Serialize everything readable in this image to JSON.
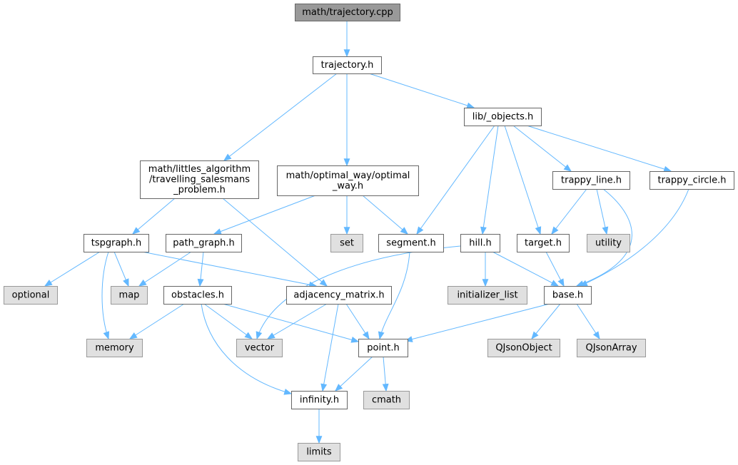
{
  "graph": {
    "title": "math/trajectory.cpp",
    "colors": {
      "root_fill": "#999999",
      "file_fill": "#ffffff",
      "system_fill": "#e0e0e0",
      "file_stroke": "#666666",
      "system_stroke": "#999999",
      "edge": "#63b8ff",
      "text": "#000000"
    },
    "nodes": [
      {
        "id": "trajectory_cpp",
        "kind": "root",
        "lines": [
          "math/trajectory.cpp"
        ]
      },
      {
        "id": "trajectory_h",
        "kind": "file",
        "lines": [
          "trajectory.h"
        ]
      },
      {
        "id": "lib_objects",
        "kind": "file",
        "lines": [
          "lib/_objects.h"
        ]
      },
      {
        "id": "littles",
        "kind": "file",
        "lines": [
          "math/littles_algorithm",
          "/travelling_salesmans",
          "_problem.h"
        ]
      },
      {
        "id": "optimal_way",
        "kind": "file",
        "lines": [
          "math/optimal_way/optimal",
          "_way.h"
        ]
      },
      {
        "id": "trappy_line",
        "kind": "file",
        "lines": [
          "trappy_line.h"
        ]
      },
      {
        "id": "trappy_circle",
        "kind": "file",
        "lines": [
          "trappy_circle.h"
        ]
      },
      {
        "id": "tspgraph",
        "kind": "file",
        "lines": [
          "tspgraph.h"
        ]
      },
      {
        "id": "path_graph",
        "kind": "file",
        "lines": [
          "path_graph.h"
        ]
      },
      {
        "id": "set",
        "kind": "system",
        "lines": [
          "set"
        ]
      },
      {
        "id": "segment",
        "kind": "file",
        "lines": [
          "segment.h"
        ]
      },
      {
        "id": "hill",
        "kind": "file",
        "lines": [
          "hill.h"
        ]
      },
      {
        "id": "target",
        "kind": "file",
        "lines": [
          "target.h"
        ]
      },
      {
        "id": "utility",
        "kind": "system",
        "lines": [
          "utility"
        ]
      },
      {
        "id": "optional",
        "kind": "system",
        "lines": [
          "optional"
        ]
      },
      {
        "id": "map",
        "kind": "system",
        "lines": [
          "map"
        ]
      },
      {
        "id": "obstacles",
        "kind": "file",
        "lines": [
          "obstacles.h"
        ]
      },
      {
        "id": "adjacency",
        "kind": "file",
        "lines": [
          "adjacency_matrix.h"
        ]
      },
      {
        "id": "initializer_list",
        "kind": "system",
        "lines": [
          "initializer_list"
        ]
      },
      {
        "id": "base",
        "kind": "file",
        "lines": [
          "base.h"
        ]
      },
      {
        "id": "memory",
        "kind": "system",
        "lines": [
          "memory"
        ]
      },
      {
        "id": "vector",
        "kind": "system",
        "lines": [
          "vector"
        ]
      },
      {
        "id": "point",
        "kind": "file",
        "lines": [
          "point.h"
        ]
      },
      {
        "id": "qjsonobject",
        "kind": "system",
        "lines": [
          "QJsonObject"
        ]
      },
      {
        "id": "qjsonarray",
        "kind": "system",
        "lines": [
          "QJsonArray"
        ]
      },
      {
        "id": "infinity",
        "kind": "file",
        "lines": [
          "infinity.h"
        ]
      },
      {
        "id": "cmath",
        "kind": "system",
        "lines": [
          "cmath"
        ]
      },
      {
        "id": "limits",
        "kind": "system",
        "lines": [
          "limits"
        ]
      }
    ],
    "edges": [
      {
        "from": "trajectory_cpp",
        "to": "trajectory_h"
      },
      {
        "from": "trajectory_h",
        "to": "lib_objects"
      },
      {
        "from": "trajectory_h",
        "to": "littles"
      },
      {
        "from": "trajectory_h",
        "to": "optimal_way"
      },
      {
        "from": "lib_objects",
        "to": "segment"
      },
      {
        "from": "lib_objects",
        "to": "hill"
      },
      {
        "from": "lib_objects",
        "to": "target"
      },
      {
        "from": "lib_objects",
        "to": "trappy_line"
      },
      {
        "from": "lib_objects",
        "to": "trappy_circle"
      },
      {
        "from": "littles",
        "to": "tspgraph"
      },
      {
        "from": "littles",
        "to": "adjacency"
      },
      {
        "from": "optimal_way",
        "to": "path_graph"
      },
      {
        "from": "optimal_way",
        "to": "set"
      },
      {
        "from": "optimal_way",
        "to": "segment"
      },
      {
        "from": "trappy_line",
        "to": "target"
      },
      {
        "from": "trappy_line",
        "to": "utility"
      },
      {
        "from": "trappy_line",
        "to": "base"
      },
      {
        "from": "trappy_circle",
        "to": "base"
      },
      {
        "from": "tspgraph",
        "to": "optional"
      },
      {
        "from": "tspgraph",
        "to": "map"
      },
      {
        "from": "tspgraph",
        "to": "memory"
      },
      {
        "from": "tspgraph",
        "to": "adjacency"
      },
      {
        "from": "path_graph",
        "to": "map"
      },
      {
        "from": "path_graph",
        "to": "obstacles"
      },
      {
        "from": "segment",
        "to": "point"
      },
      {
        "from": "hill",
        "to": "initializer_list"
      },
      {
        "from": "hill",
        "to": "base"
      },
      {
        "from": "hill",
        "to": "vector"
      },
      {
        "from": "target",
        "to": "base"
      },
      {
        "from": "obstacles",
        "to": "memory"
      },
      {
        "from": "obstacles",
        "to": "vector"
      },
      {
        "from": "obstacles",
        "to": "point"
      },
      {
        "from": "obstacles",
        "to": "infinity"
      },
      {
        "from": "adjacency",
        "to": "vector"
      },
      {
        "from": "adjacency",
        "to": "point"
      },
      {
        "from": "adjacency",
        "to": "infinity"
      },
      {
        "from": "base",
        "to": "point"
      },
      {
        "from": "base",
        "to": "qjsonobject"
      },
      {
        "from": "base",
        "to": "qjsonarray"
      },
      {
        "from": "point",
        "to": "infinity"
      },
      {
        "from": "point",
        "to": "cmath"
      },
      {
        "from": "infinity",
        "to": "limits"
      }
    ]
  }
}
